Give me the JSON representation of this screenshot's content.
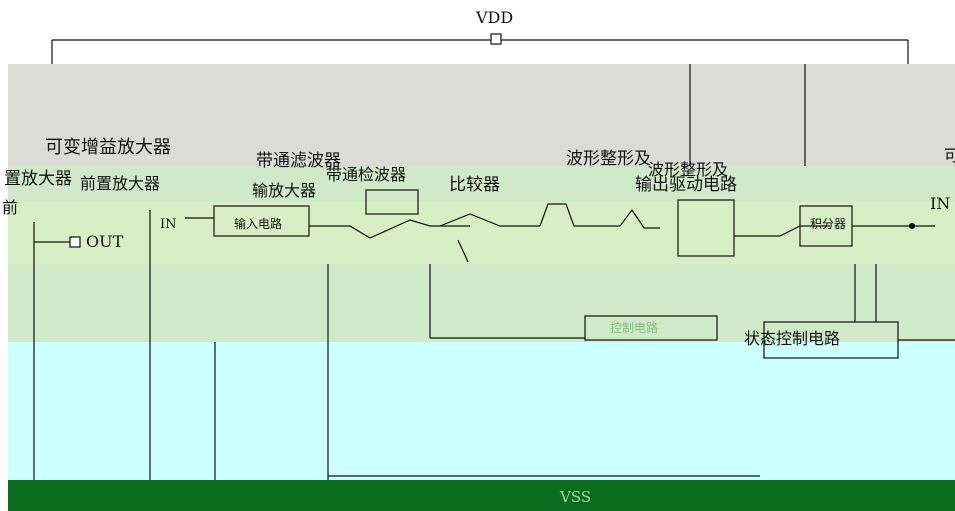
{
  "rails": {
    "vdd": "VDD",
    "vss": "VSS"
  },
  "labels": {
    "variable_gain_amp": "可变增益放大器",
    "front_amp": "置放大器",
    "preamp": "前置放大器",
    "bandpass_filter": "带通滤波器",
    "bandpass_detector": "带通检波器",
    "amplifier": "输放大器",
    "comparator": "比较器",
    "waveform_shaping": "波形整形及",
    "output_driver": "输出驱动电路",
    "waveform_shaping_2": "波形整形及",
    "integrator": "积分器",
    "input_circuit": "输入电路",
    "control_circuit": "控制电路",
    "status_control": "状态控制电路",
    "out_pin": "OUT",
    "in_pin": "IN",
    "in_pin_right": "IN",
    "left_fragment": "前",
    "right_fragment": "可"
  },
  "colors": {
    "line": "#111111",
    "band_gray": "#dcdcd6",
    "band_green": "#cfe9c9",
    "band_green_light": "#d8efc6",
    "band_cyan": "#ccffff",
    "band_dark_green": "#0b6b1f"
  }
}
